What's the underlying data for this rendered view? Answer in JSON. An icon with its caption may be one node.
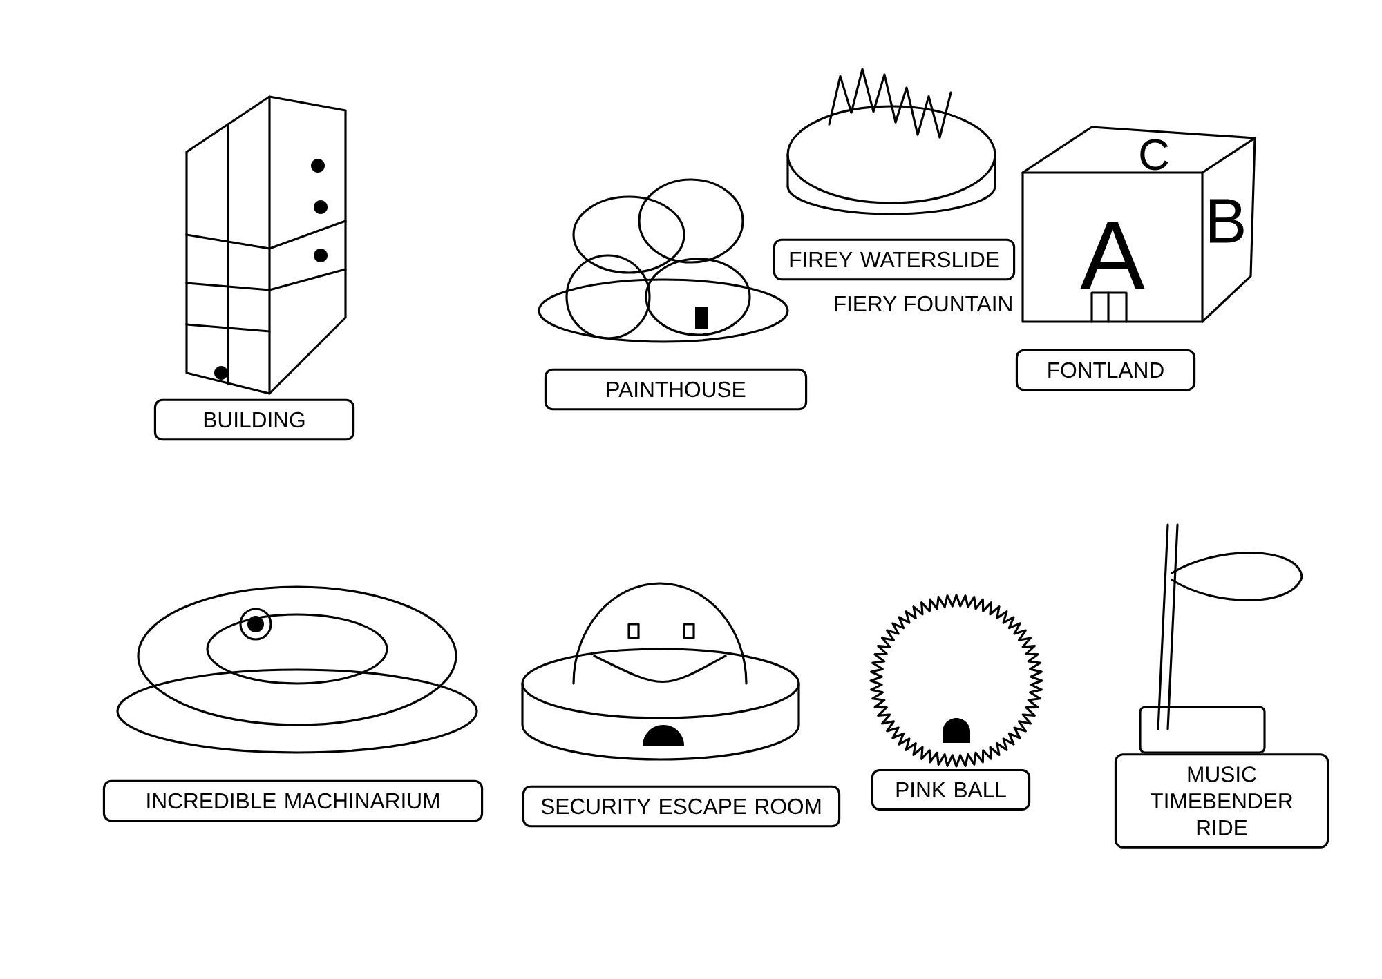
{
  "diagram": {
    "nodes": [
      {
        "text": [
          "BUILDING"
        ]
      },
      {
        "text": [
          "PAINTHOUSE"
        ]
      },
      {
        "text": [
          "FIREY WATERSLIDE"
        ]
      },
      {
        "text": [
          "FONTLAND"
        ]
      },
      {
        "text": [
          "INCREDIBLE MACHINARIUM"
        ]
      },
      {
        "text": [
          "SECURITY ESCAPE ROOM"
        ]
      },
      {
        "text": [
          "PINK BALL"
        ]
      },
      {
        "text": [
          "MUSIC TIMEBENDER RIDE"
        ]
      }
    ],
    "labels": [
      "C",
      "A",
      "B",
      "FIERY FOUNTAIN"
    ]
  }
}
